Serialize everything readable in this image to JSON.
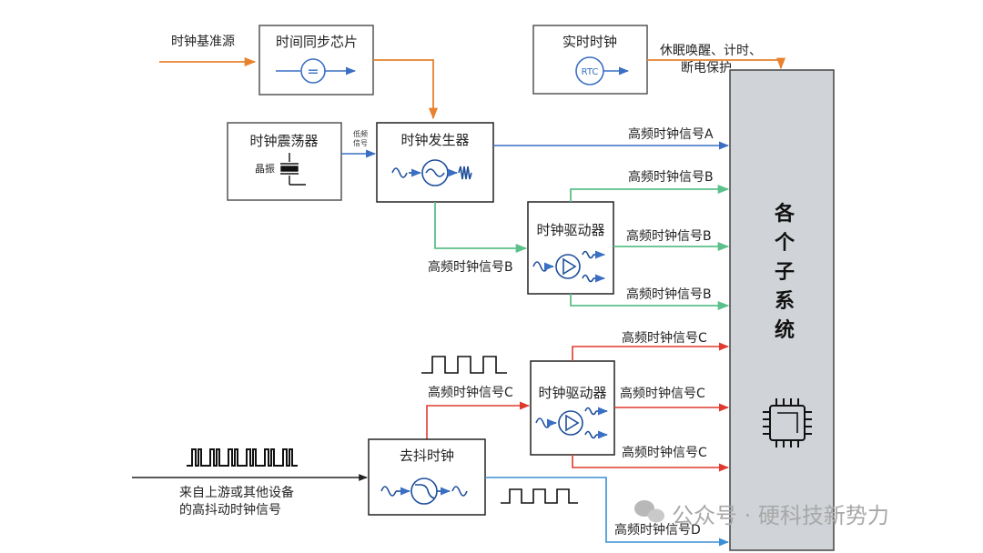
{
  "colors": {
    "orange": "#E8822F",
    "blue": "#3A6FC4",
    "green": "#5BC08A",
    "red": "#E03A2E",
    "lightblue": "#3B8FD4",
    "box_border": "#555555",
    "panel_fill": "#D0D3D7"
  },
  "labels": {
    "clock_ref": "时钟基准源",
    "sync_chip": "时间同步芯片",
    "equal_symbol": "=",
    "rtc_box": "实时时钟",
    "rtc_icon": "RTC",
    "rtc_func_line1": "休眠唤醒、计时、",
    "rtc_func_line2": "断电保护",
    "oscillator": "时钟震荡器",
    "crystal": "晶振",
    "low_freq_line1": "低频",
    "low_freq_line2": "信号",
    "generator": "时钟发生器",
    "driver1": "时钟驱动器",
    "driver2": "时钟驱动器",
    "dejitter": "去抖时钟",
    "sig_a": "高频时钟信号A",
    "sig_b1": "高频时钟信号B",
    "sig_b2": "高频时钟信号B",
    "sig_b3": "高频时钟信号B",
    "sig_b_in": "高频时钟信号B",
    "sig_c1": "高频时钟信号C",
    "sig_c2": "高频时钟信号C",
    "sig_c3": "高频时钟信号C",
    "sig_c_in": "高频时钟信号C",
    "sig_d": "高频时钟信号D",
    "upstream_line1": "来自上游或其他设备",
    "upstream_line2": "的高抖动时钟信号",
    "subsystems": [
      "各",
      "个",
      "子",
      "系",
      "统"
    ],
    "watermark_dot": "·",
    "watermark": "公众号 · 硬科技新势力"
  },
  "icons": [
    "wechat-logo-icon",
    "chip-icon",
    "sine-wave-icon",
    "square-wave-icon",
    "amplifier-icon",
    "filter-icon",
    "crystal-icon",
    "arrow-icon"
  ]
}
